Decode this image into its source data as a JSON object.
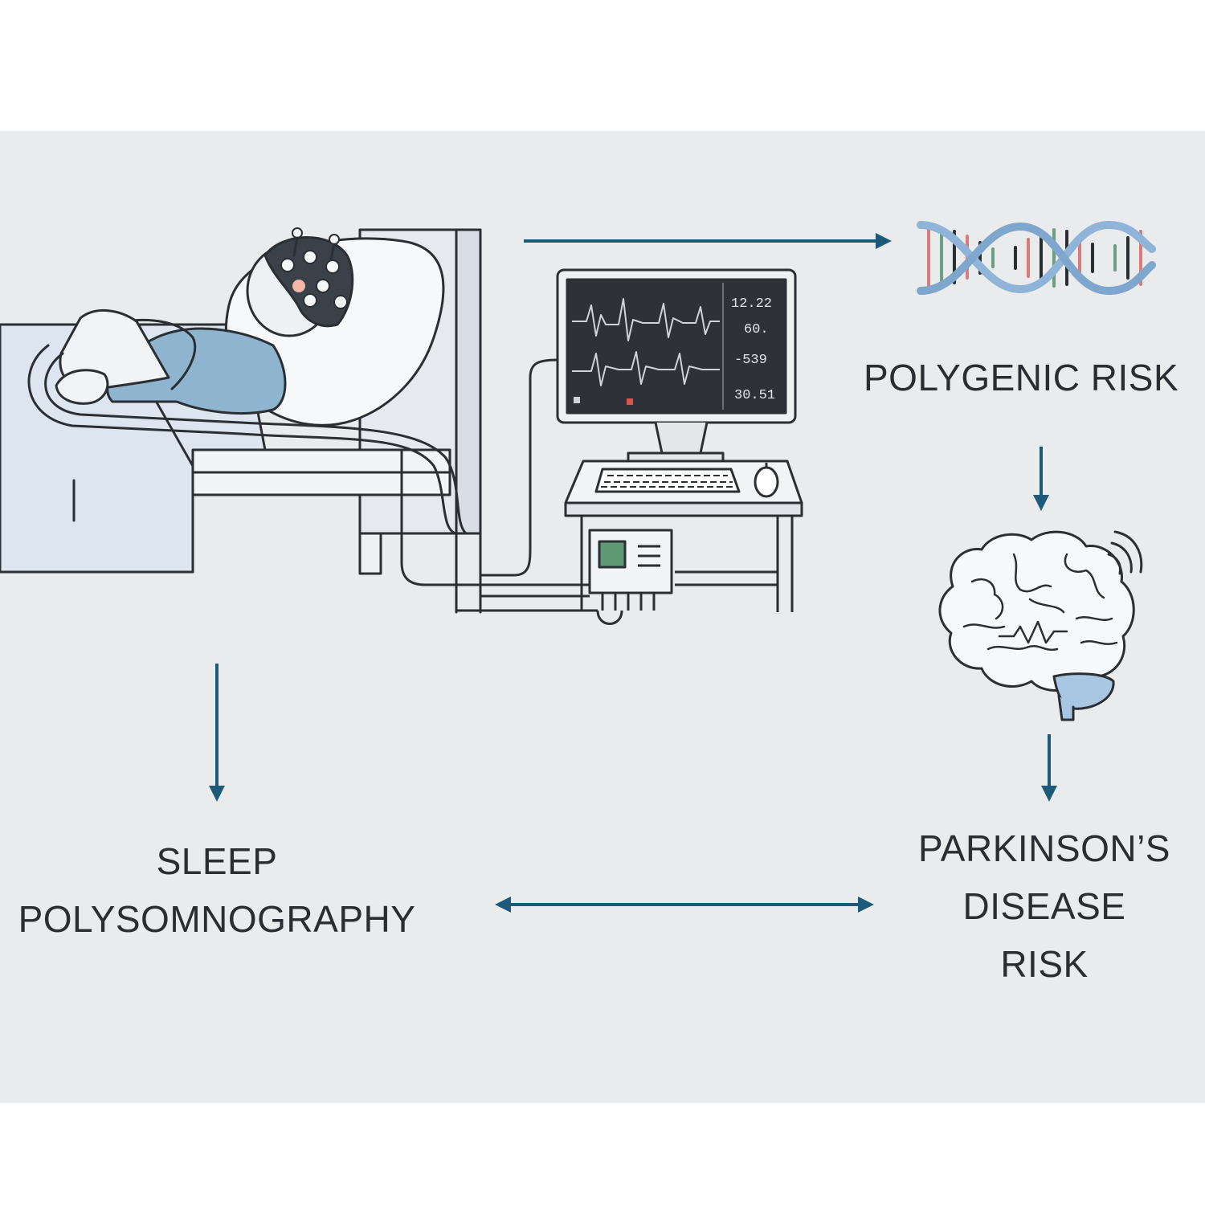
{
  "labels": {
    "polygenic_risk": "POLYGENIC RISK",
    "sleep_line1": "SLEEP",
    "sleep_line2": "POLYSOMNOGRAPHY",
    "pd_line1": "PARKINSON’S",
    "pd_line2": "DISEASE",
    "pd_line3": "RISK"
  },
  "monitor": {
    "readouts": [
      "12.22",
      "60.",
      "-539",
      "30.51"
    ]
  },
  "colors": {
    "panel": "#e9ebec",
    "arrow": "#1d5a7a",
    "line": "#2b2f33",
    "patient_blue": "#8fb4cf",
    "dna_blue": "#8fb4d8",
    "screen": "#2e3236"
  },
  "icons": [
    "patient-in-bed-illustration",
    "eeg-cap-icon",
    "monitor-icon",
    "keyboard-icon",
    "mouse-icon",
    "amplifier-box-icon",
    "dna-helix-icon",
    "brain-icon",
    "signal-waves-icon"
  ]
}
